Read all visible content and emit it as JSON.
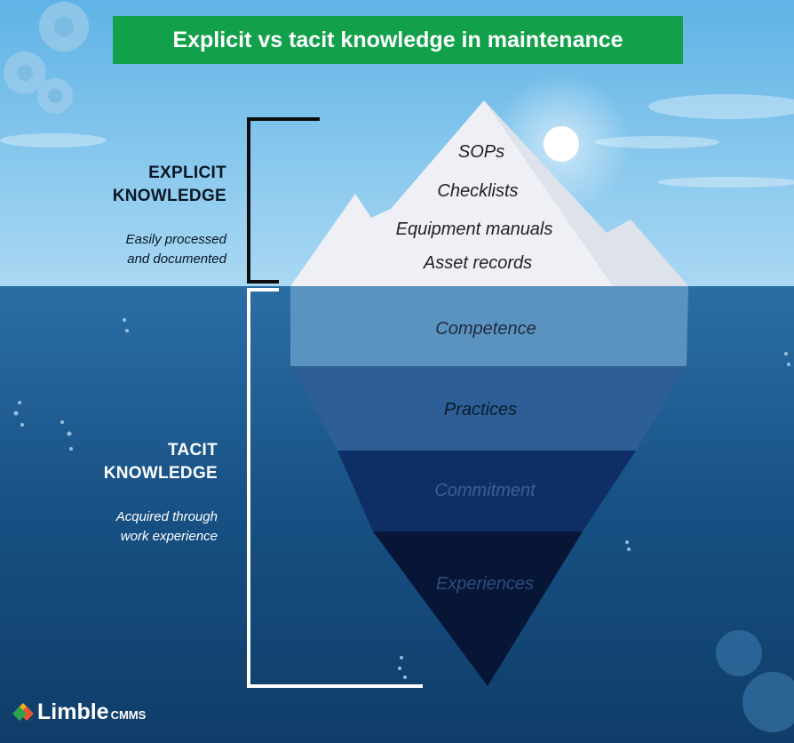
{
  "title": "Explicit vs tacit knowledge in maintenance",
  "explicit": {
    "heading_line1": "EXPLICIT",
    "heading_line2": "KNOWLEDGE",
    "sub_line1": "Easily processed",
    "sub_line2": "and documented",
    "items": [
      "SOPs",
      "Checklists",
      "Equipment manuals",
      "Asset records"
    ]
  },
  "tacit": {
    "heading_line1": "TACIT",
    "heading_line2": "KNOWLEDGE",
    "sub_line1": "Acquired through",
    "sub_line2": "work experience",
    "layers": [
      "Competence",
      "Practices",
      "Commitment",
      "Experiences"
    ]
  },
  "logo": {
    "name": "Limble",
    "suffix": "CMMS"
  },
  "colors": {
    "title_bg": "#12a14a",
    "sky": "#7ec3ea",
    "sea": "#1d5e93",
    "ice_top": "#eef0f6",
    "competence": "#5b93c0",
    "practices": "#2d5e96",
    "commitment": "#0e2f66",
    "experiences": "#071636"
  }
}
